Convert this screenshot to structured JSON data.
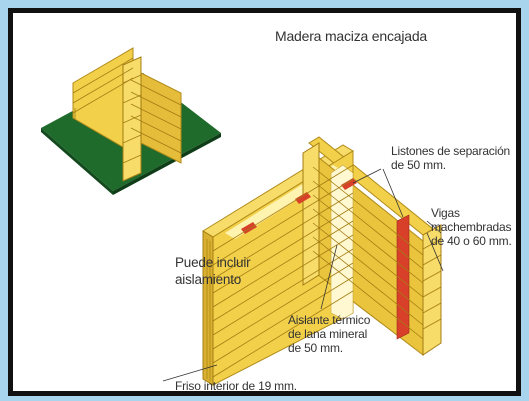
{
  "title": "Madera maciza encajada",
  "labels": {
    "listones": [
      "Listones de separación",
      "de 50 mm."
    ],
    "vigas": [
      "Vigas",
      "machembradas",
      "de 40 o 60 mm."
    ],
    "puede": [
      "Puede incluir",
      "aislamiento"
    ],
    "aislante": [
      "Aislante térmico",
      "de lana mineral",
      "de 50 mm."
    ],
    "friso": "Friso interior de 19 mm."
  },
  "colors": {
    "background": "#a9d4ee",
    "wood": "#f2d04a",
    "wood_dark": "#c8a01e",
    "grain": "#a37c12",
    "base_green": "#1f6b2c",
    "spacer_red": "#d8402a"
  }
}
